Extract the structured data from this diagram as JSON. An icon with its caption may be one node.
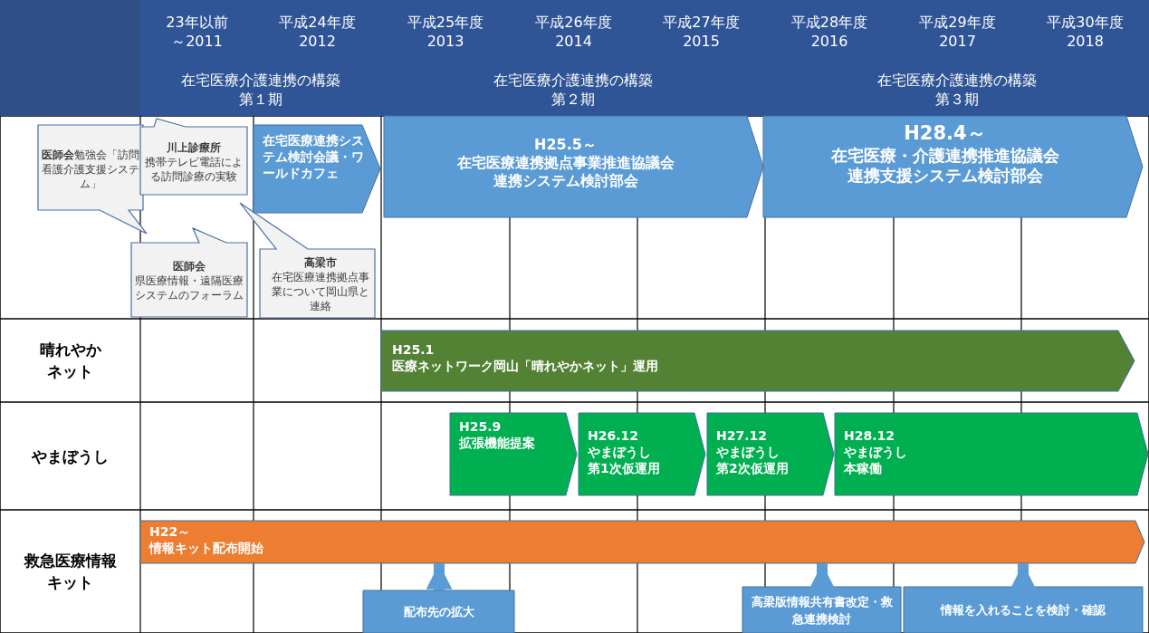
{
  "diagram": {
    "nodes": [
      {
        "text": [
          "**医師会**勉強会「訪問看護介護支援システム」"
        ]
      },
      {
        "text": [
          "川上診療所",
          "携帯テレビ電話による訪問診療の実験"
        ]
      },
      {
        "text": [
          "医師会",
          "県医療情報・遠隔医療システムのフォーラム"
        ]
      },
      {
        "text": [
          "高梁市",
          "在宅医療連携拠点事業について岡山県と連絡"
        ]
      },
      {
        "text": [
          "在宅医療連携システム検討会議・ワールドカフェ"
        ]
      },
      {
        "text": [
          "H25.5～",
          "在宅医療連携拠点事業推進協議会",
          "連携システム検討部会"
        ]
      },
      {
        "text": [
          "H28.4～",
          "在宅医療・介護連携推進協議会",
          "連携支援システム検討部会"
        ]
      },
      {
        "text": [
          "H25.1",
          "医療ネットワーク岡山「晴れやかネット」運用"
        ]
      },
      {
        "text": [
          "H25.9",
          "拡張機能提案"
        ]
      },
      {
        "text": [
          "H26.12",
          "やまぼうし",
          "第1次仮運用"
        ]
      },
      {
        "text": [
          "H27.12",
          "やまぼうし",
          "第2次仮運用"
        ]
      },
      {
        "text": [
          "H28.12",
          "やまぼうし",
          "本稼働"
        ]
      },
      {
        "text": [
          "H22～",
          "情報キット配布開始"
        ]
      },
      {
        "text": [
          "配布先の拡大"
        ]
      },
      {
        "text": [
          "高梁版情報共有書改定・救急連携検討"
        ]
      },
      {
        "text": [
          "情報を入れることを検討・確認"
        ]
      }
    ],
    "edges": [
      {
        "from": 13,
        "to": 12,
        "arrow": "to"
      },
      {
        "from": 14,
        "to": 12,
        "arrow": "to"
      },
      {
        "from": 15,
        "to": 12,
        "arrow": "to"
      }
    ],
    "labels": [
      "23年以前",
      "～2011",
      "平成24年度",
      "2012",
      "平成25年度",
      "2013",
      "平成26年度",
      "2014",
      "平成27年度",
      "2015",
      "平成28年度",
      "2016",
      "平成29年度",
      "2017",
      "平成30年度",
      "2018",
      "在宅医療介護連携の構築",
      "第１期",
      "在宅医療介護連携の構築",
      "第２期",
      "在宅医療介護連携の構築",
      "第３期",
      "晴れやかネット",
      "やまぼうし",
      "救急医療情報キット"
    ]
  }
}
